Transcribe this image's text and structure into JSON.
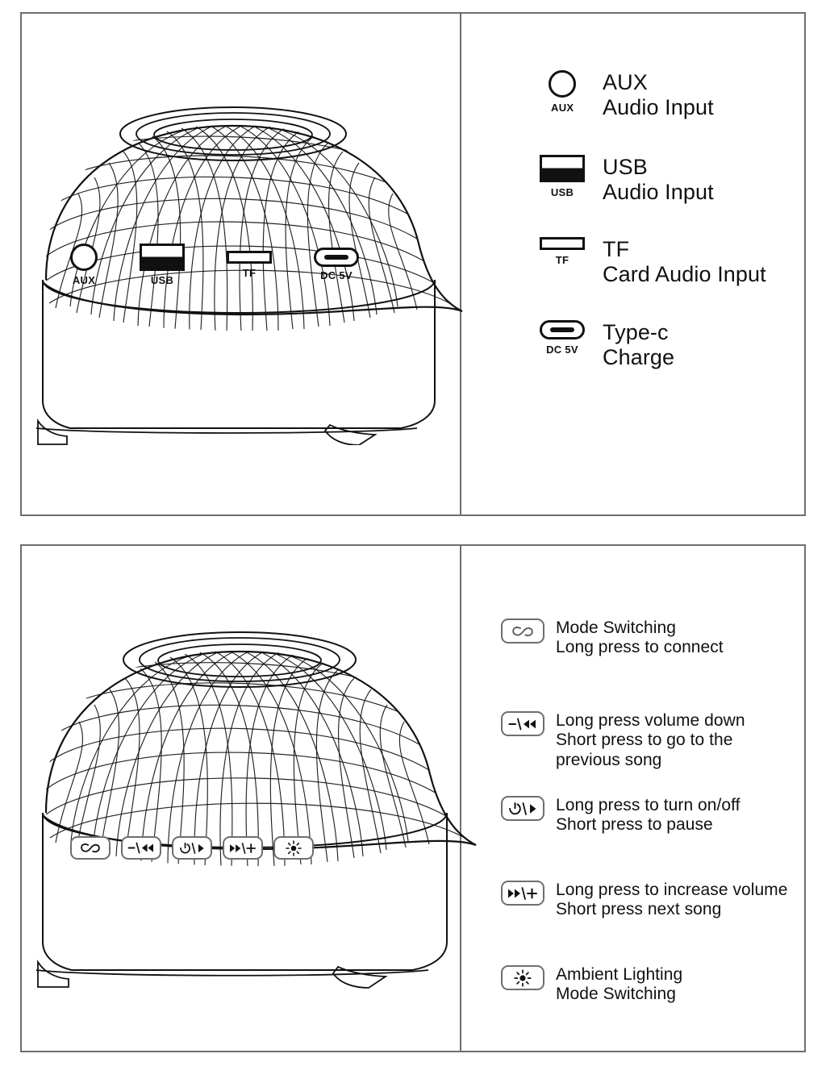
{
  "diagram": {
    "title": "Speaker ports and controls diagram",
    "line_color": "#111111",
    "frame_color": "#6e6e6e",
    "background": "#ffffff"
  },
  "panels": [
    {
      "id": "ports",
      "name": "ports-panel",
      "device_port_labels": [
        "AUX",
        "USB",
        "TF",
        "DC 5V"
      ],
      "legend": [
        {
          "icon": "aux-jack-icon",
          "icon_caption": "AUX",
          "line1": "AUX",
          "line2": "Audio Input"
        },
        {
          "icon": "usb-port-icon",
          "icon_caption": "USB",
          "line1": "USB",
          "line2": "Audio Input"
        },
        {
          "icon": "tf-card-slot-icon",
          "icon_caption": "TF",
          "line1": "TF",
          "line2": "Card Audio Input"
        },
        {
          "icon": "usb-type-c-icon",
          "icon_caption": "DC 5V",
          "line1": "Type-c",
          "line2": "Charge"
        }
      ]
    },
    {
      "id": "buttons",
      "name": "buttons-panel",
      "device_keys": [
        {
          "icon": "link-mode-icon",
          "label": ""
        },
        {
          "icon": "volume-down-previous-icon",
          "label": "−/◀◀"
        },
        {
          "icon": "power-play-pause-icon",
          "label": "⏻/▶"
        },
        {
          "icon": "volume-up-next-icon",
          "label": "▶▶/+"
        },
        {
          "icon": "ambient-light-icon",
          "label": ""
        }
      ],
      "legend": [
        {
          "icon": "link-mode-icon",
          "line1": "Mode Switching",
          "line2": "Long press to connect"
        },
        {
          "icon": "volume-down-previous-icon",
          "line1": "Long press volume down",
          "line2": "Short press to go to the",
          "line3": "previous song"
        },
        {
          "icon": "power-play-pause-icon",
          "line1": "Long press to turn on/off",
          "line2": "Short press to pause"
        },
        {
          "icon": "volume-up-next-icon",
          "line1": "Long press to increase volume",
          "line2": "Short press next song"
        },
        {
          "icon": "ambient-light-icon",
          "line1": "Ambient Lighting",
          "line2": "Mode Switching"
        }
      ]
    }
  ]
}
